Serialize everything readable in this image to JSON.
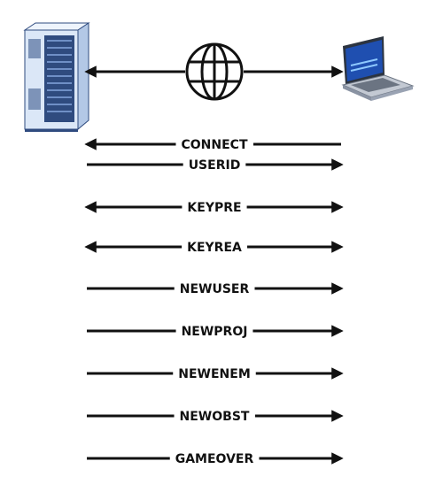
{
  "endpoints": {
    "left": {
      "icon": "server-rack-icon"
    },
    "center": {
      "icon": "globe-icon"
    },
    "right": {
      "icon": "laptop-icon"
    }
  },
  "messages": [
    {
      "label": "CONNECT",
      "direction": "to-server"
    },
    {
      "label": "USERID",
      "direction": "to-client"
    },
    {
      "label": "KEYPRE",
      "direction": "both"
    },
    {
      "label": "KEYREA",
      "direction": "both"
    },
    {
      "label": "NEWUSER",
      "direction": "to-client"
    },
    {
      "label": "NEWPROJ",
      "direction": "to-client"
    },
    {
      "label": "NEWENEM",
      "direction": "to-client"
    },
    {
      "label": "NEWOBST",
      "direction": "to-client"
    },
    {
      "label": "GAMEOVER",
      "direction": "to-client"
    }
  ],
  "colors": {
    "line": "#111111",
    "server_body": "#dbe7f7",
    "server_side": "#b3c8e6",
    "server_panel": "#2f4b7f",
    "laptop_screen": "#1f4fb0",
    "laptop_body": "#9aa3b3"
  }
}
